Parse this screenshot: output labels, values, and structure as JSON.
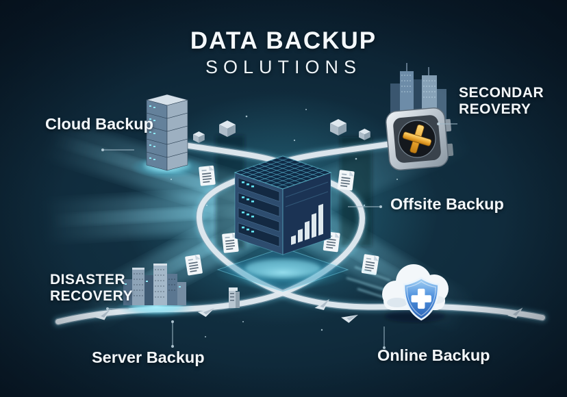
{
  "title": {
    "line1": "DATA BACKUP",
    "line2": "SOLUTIONS"
  },
  "diagram": {
    "center": {
      "name": "central data server",
      "icon": "data-cube-icon"
    },
    "nodes": [
      {
        "id": "cloud_backup",
        "label": "Cloud Backup",
        "icon": "server-stack-icon"
      },
      {
        "id": "secondary_recovery",
        "label_line1": "SECONDAR",
        "label_line2": "REOVERY",
        "icon": "recovery-device-icon"
      },
      {
        "id": "offsite_backup",
        "label": "Offsite Backup",
        "icon": "document-flow-icon"
      },
      {
        "id": "disaster_recovery",
        "label_line1": "DISASTER",
        "label_line2": "RECOVERY",
        "icon": "city-buildings-icon"
      },
      {
        "id": "server_backup",
        "label": "Server Backup",
        "icon": "server-buildings-icon"
      },
      {
        "id": "online_backup",
        "label": "Online Backup",
        "icon": "cloud-shield-icon"
      }
    ]
  },
  "colors": {
    "background_dark": "#071322",
    "background_mid": "#143648",
    "glow_teal": "#49d8ef",
    "ribbon": "#e2eaf0",
    "accent_gold": "#eda735",
    "shield_blue": "#3f7fd0",
    "text": "#f3f7fa"
  }
}
